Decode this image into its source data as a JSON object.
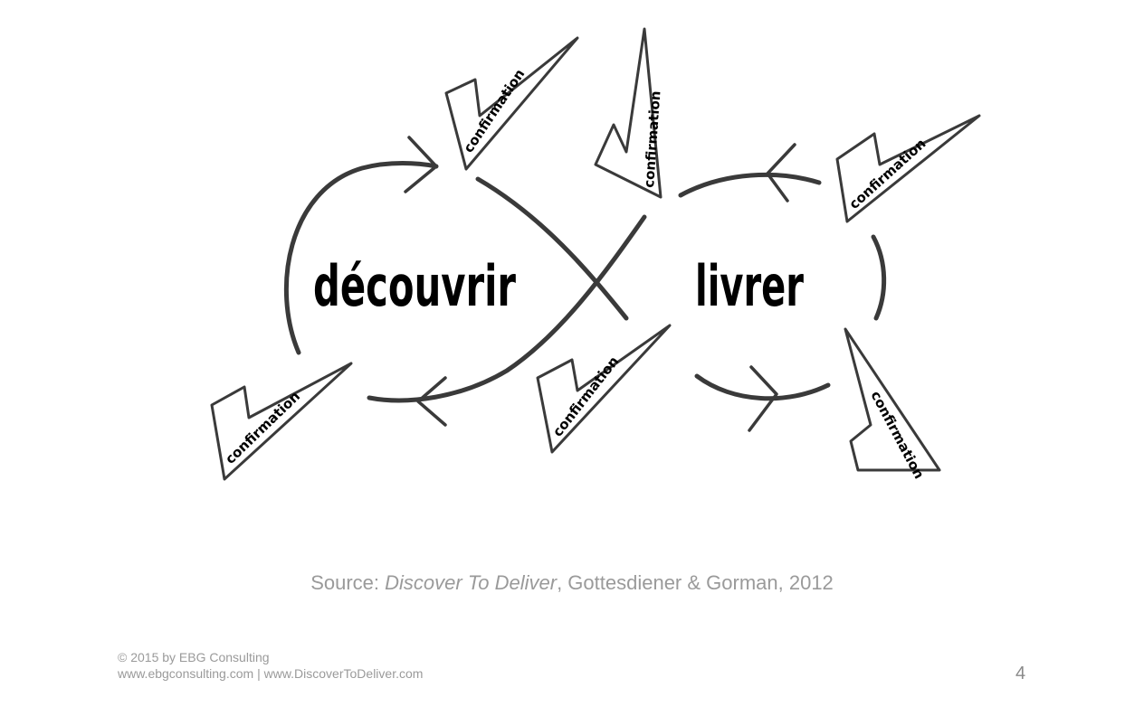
{
  "diagram": {
    "left_label": "découvrir",
    "right_label": "livrer",
    "flag_label": "confirmation"
  },
  "source": {
    "prefix": "Source: ",
    "title": "Discover To Deliver",
    "suffix": ", Gottesdiener & Gorman, 2012"
  },
  "footer": {
    "copyright": "© 2015 by EBG Consulting",
    "links": "www.ebgconsulting.com | www.DiscoverToDeliver.com"
  },
  "page_number": "4"
}
